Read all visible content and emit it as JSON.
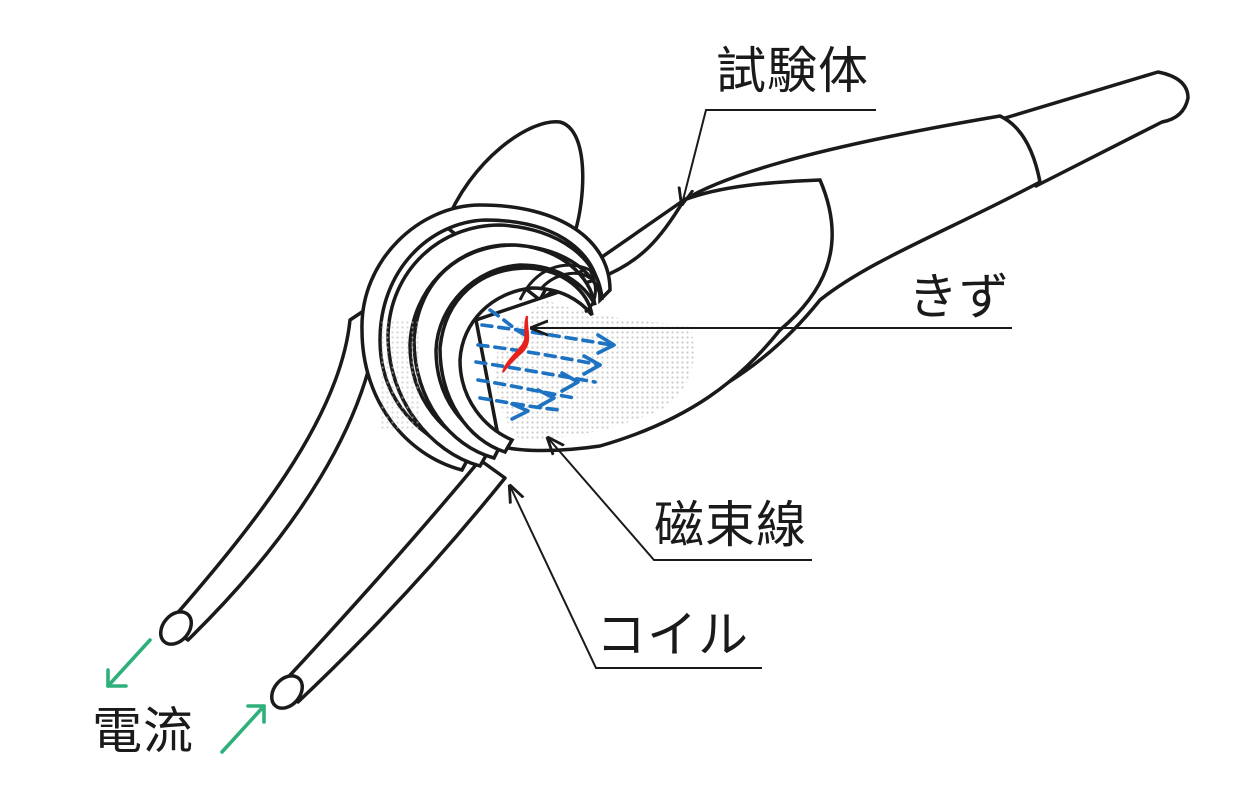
{
  "labels": {
    "specimen": "試験体",
    "flaw": "きず",
    "flux": "磁束線",
    "coil": "コイル",
    "current": "電流"
  },
  "colors": {
    "outline": "#1a1a1a",
    "flux_lines": "#1d72c2",
    "flaw": "#e8201c",
    "current_arrows": "#2fb07a",
    "shading": "#c4c4c4"
  },
  "icons": {
    "flaw": "flaw-crack-icon",
    "current_out": "arrow-down-left-icon",
    "current_in": "arrow-up-right-icon"
  }
}
